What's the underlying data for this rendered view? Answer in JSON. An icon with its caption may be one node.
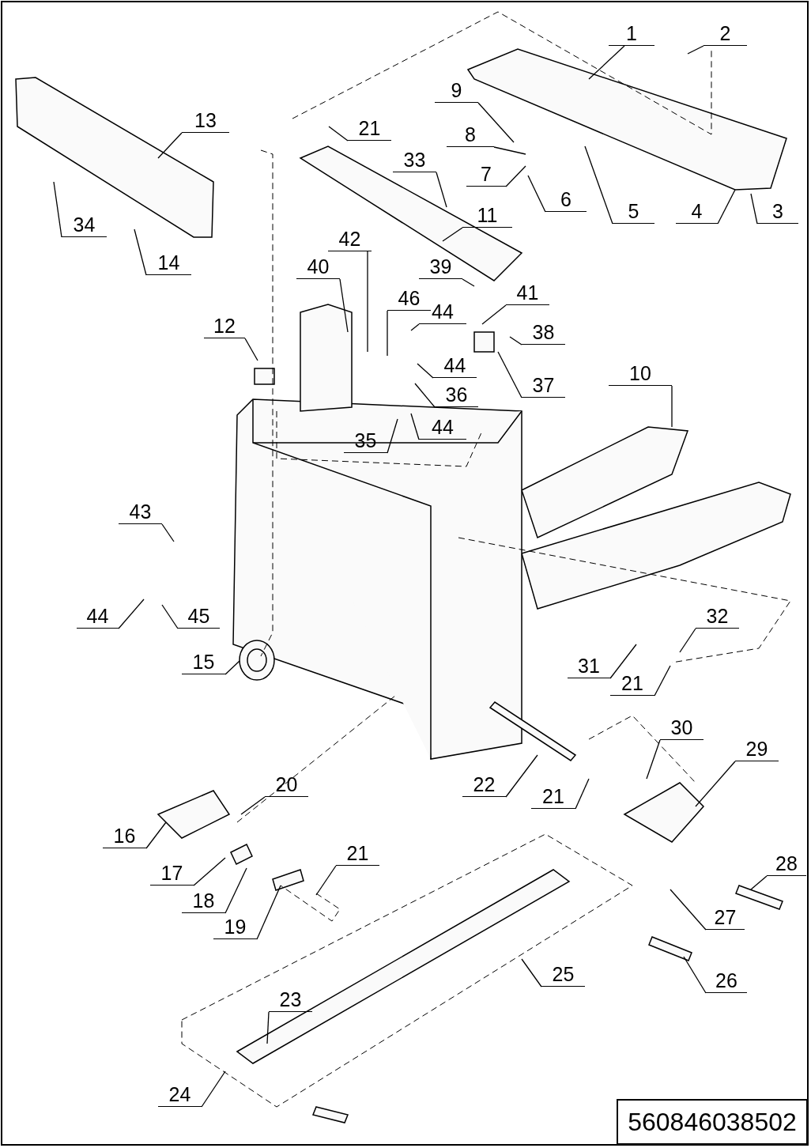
{
  "diagram": {
    "nodes": [
      {
        "text": [
          "1"
        ]
      },
      {
        "text": [
          "2"
        ]
      },
      {
        "text": [
          "9"
        ]
      },
      {
        "text": [
          "21"
        ]
      },
      {
        "text": [
          "13"
        ]
      },
      {
        "text": [
          "8"
        ]
      },
      {
        "text": [
          "33"
        ]
      },
      {
        "text": [
          "7"
        ]
      },
      {
        "text": [
          "6"
        ]
      },
      {
        "text": [
          "5"
        ]
      },
      {
        "text": [
          "4"
        ]
      },
      {
        "text": [
          "3"
        ]
      },
      {
        "text": [
          "34"
        ]
      },
      {
        "text": [
          "11"
        ]
      },
      {
        "text": [
          "14"
        ]
      },
      {
        "text": [
          "42"
        ]
      },
      {
        "text": [
          "40"
        ]
      },
      {
        "text": [
          "39"
        ]
      },
      {
        "text": [
          "46"
        ]
      },
      {
        "text": [
          "41"
        ]
      },
      {
        "text": [
          "44"
        ]
      },
      {
        "text": [
          "38"
        ]
      },
      {
        "text": [
          "12"
        ]
      },
      {
        "text": [
          "44"
        ]
      },
      {
        "text": [
          "37"
        ]
      },
      {
        "text": [
          "10"
        ]
      },
      {
        "text": [
          "36"
        ]
      },
      {
        "text": [
          "44"
        ]
      },
      {
        "text": [
          "35"
        ]
      },
      {
        "text": [
          "43"
        ]
      },
      {
        "text": [
          "44"
        ]
      },
      {
        "text": [
          "45"
        ]
      },
      {
        "text": [
          "15"
        ]
      },
      {
        "text": [
          "32"
        ]
      },
      {
        "text": [
          "31"
        ]
      },
      {
        "text": [
          "21"
        ]
      },
      {
        "text": [
          "30"
        ]
      },
      {
        "text": [
          "29"
        ]
      },
      {
        "text": [
          "20"
        ]
      },
      {
        "text": [
          "22"
        ]
      },
      {
        "text": [
          "21"
        ]
      },
      {
        "text": [
          "16"
        ]
      },
      {
        "text": [
          "21"
        ]
      },
      {
        "text": [
          "17"
        ]
      },
      {
        "text": [
          "28"
        ]
      },
      {
        "text": [
          "18"
        ]
      },
      {
        "text": [
          "19"
        ]
      },
      {
        "text": [
          "27"
        ]
      },
      {
        "text": [
          "25"
        ]
      },
      {
        "text": [
          "26"
        ]
      },
      {
        "text": [
          "23"
        ]
      },
      {
        "text": [
          "24"
        ]
      },
      {
        "text": [
          "560846038502"
        ]
      }
    ],
    "edges": [
      {
        "from": 0,
        "to": null,
        "arrow": "none"
      },
      {
        "from": 1,
        "to": null,
        "arrow": "none"
      },
      {
        "from": 2,
        "to": null,
        "arrow": "none"
      },
      {
        "from": 3,
        "to": null,
        "arrow": "none"
      },
      {
        "from": 4,
        "to": null,
        "arrow": "none"
      },
      {
        "from": 5,
        "to": null,
        "arrow": "none"
      },
      {
        "from": 6,
        "to": null,
        "arrow": "none"
      },
      {
        "from": 7,
        "to": null,
        "arrow": "none"
      },
      {
        "from": 8,
        "to": null,
        "arrow": "none"
      },
      {
        "from": 9,
        "to": null,
        "arrow": "none"
      },
      {
        "from": 10,
        "to": null,
        "arrow": "none"
      },
      {
        "from": 11,
        "to": null,
        "arrow": "none"
      },
      {
        "from": 12,
        "to": null,
        "arrow": "none"
      },
      {
        "from": 13,
        "to": null,
        "arrow": "none"
      },
      {
        "from": 14,
        "to": null,
        "arrow": "none"
      },
      {
        "from": 15,
        "to": null,
        "arrow": "none"
      },
      {
        "from": 16,
        "to": null,
        "arrow": "none"
      },
      {
        "from": 17,
        "to": null,
        "arrow": "none"
      },
      {
        "from": 18,
        "to": null,
        "arrow": "none"
      },
      {
        "from": 19,
        "to": null,
        "arrow": "none"
      },
      {
        "from": 20,
        "to": null,
        "arrow": "none"
      },
      {
        "from": 21,
        "to": null,
        "arrow": "none"
      },
      {
        "from": 22,
        "to": null,
        "arrow": "none"
      },
      {
        "from": 23,
        "to": null,
        "arrow": "none"
      },
      {
        "from": 24,
        "to": null,
        "arrow": "none"
      },
      {
        "from": 25,
        "to": null,
        "arrow": "none"
      },
      {
        "from": 26,
        "to": null,
        "arrow": "none"
      },
      {
        "from": 27,
        "to": null,
        "arrow": "none"
      },
      {
        "from": 28,
        "to": null,
        "arrow": "none"
      },
      {
        "from": 29,
        "to": null,
        "arrow": "none"
      },
      {
        "from": 30,
        "to": null,
        "arrow": "none"
      },
      {
        "from": 31,
        "to": null,
        "arrow": "none"
      },
      {
        "from": 32,
        "to": null,
        "arrow": "none"
      },
      {
        "from": 33,
        "to": null,
        "arrow": "none"
      },
      {
        "from": 34,
        "to": null,
        "arrow": "none"
      },
      {
        "from": 35,
        "to": null,
        "arrow": "none"
      },
      {
        "from": 36,
        "to": null,
        "arrow": "none"
      },
      {
        "from": 37,
        "to": null,
        "arrow": "none"
      },
      {
        "from": 38,
        "to": null,
        "arrow": "none"
      },
      {
        "from": 39,
        "to": null,
        "arrow": "none"
      },
      {
        "from": 40,
        "to": null,
        "arrow": "none"
      },
      {
        "from": 41,
        "to": null,
        "arrow": "none"
      },
      {
        "from": 42,
        "to": null,
        "arrow": "none"
      },
      {
        "from": 43,
        "to": null,
        "arrow": "none"
      },
      {
        "from": 44,
        "to": null,
        "arrow": "none"
      },
      {
        "from": 45,
        "to": null,
        "arrow": "none"
      },
      {
        "from": 46,
        "to": null,
        "arrow": "none"
      },
      {
        "from": 47,
        "to": null,
        "arrow": "none"
      },
      {
        "from": 48,
        "to": null,
        "arrow": "none"
      },
      {
        "from": 49,
        "to": null,
        "arrow": "none"
      },
      {
        "from": 50,
        "to": null,
        "arrow": "none"
      },
      {
        "from": 51,
        "to": null,
        "arrow": "none"
      }
    ]
  }
}
